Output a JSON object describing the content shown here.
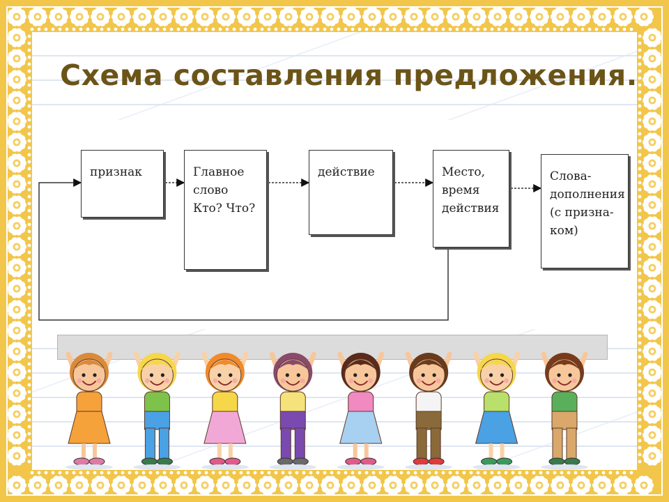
{
  "slide": {
    "title": "Схема составления предложения."
  },
  "diagram": {
    "boxes": [
      {
        "lines": [
          "признак"
        ]
      },
      {
        "lines": [
          "Главное",
          "слово",
          "Кто?  Что?"
        ]
      },
      {
        "lines": [
          "действие"
        ]
      },
      {
        "lines": [
          "Место,",
          "время",
          "действия"
        ]
      },
      {
        "lines": [
          "Слова-",
          "дополнения",
          "(с призна-",
          "ком)"
        ]
      }
    ]
  },
  "illustration": {
    "kid_count": 8
  },
  "colors": {
    "frame": "#f2c64a",
    "title": "#6b5418",
    "box_border": "#333333",
    "paper_line": "#dfe6f1"
  }
}
